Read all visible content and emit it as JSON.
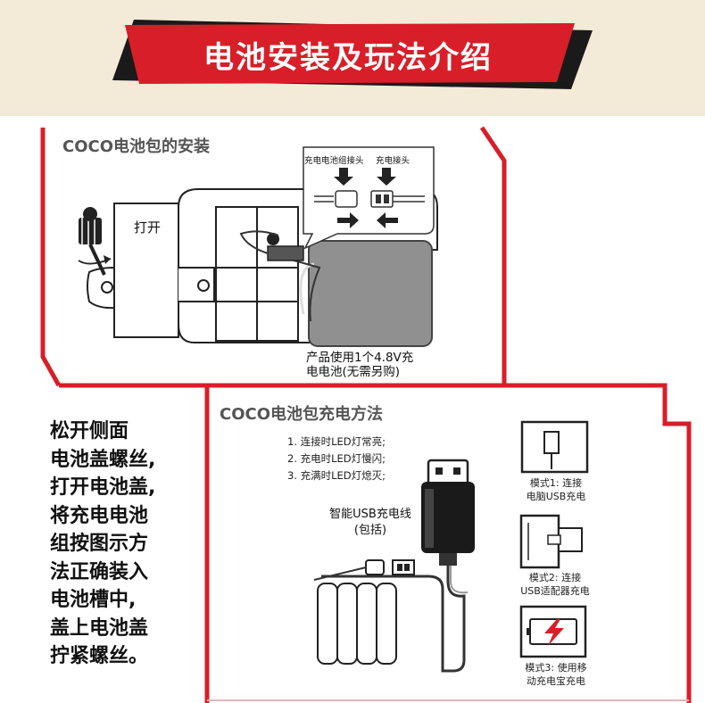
{
  "header": {
    "title": "电池安装及玩法介绍"
  },
  "install": {
    "title": "COCO电池包的安装",
    "connector_a": "充电电池组接头",
    "connector_b": "充电接头",
    "open_label": "打开",
    "battery_note_line1": "产品使用1个4.8V充",
    "battery_note_line2": "电电池(无需另购)"
  },
  "charge": {
    "title": "COCO电池包充电方法",
    "steps": [
      "1.  连接时LED灯常亮;",
      "2.  充电时LED灯慢闪;",
      "3.  充满时LED灯熄灭;"
    ],
    "cable_label_line1": "智能USB充电线",
    "cable_label_line2": "(包括)",
    "modes": [
      {
        "line1": "模式1: 连接",
        "line2": "电脑USB充电",
        "icon": "computer-icon"
      },
      {
        "line1": "模式2: 连接",
        "line2": "USB适配器充电",
        "icon": "adapter-icon"
      },
      {
        "line1": "模式3: 使用移",
        "line2": "动充电宝充电",
        "icon": "power-bank-icon"
      }
    ]
  },
  "side_text": [
    "松开侧面",
    "电池盖螺丝,",
    "打开电池盖,",
    "将充电电池",
    "组按图示方",
    "法正确装入",
    "电池槽中,",
    "盖上电池盖",
    "拧紧螺丝。"
  ],
  "colors": {
    "accent": "#d81e28",
    "banner_bg": "#f3ead8",
    "dark": "#1a1a1a"
  }
}
